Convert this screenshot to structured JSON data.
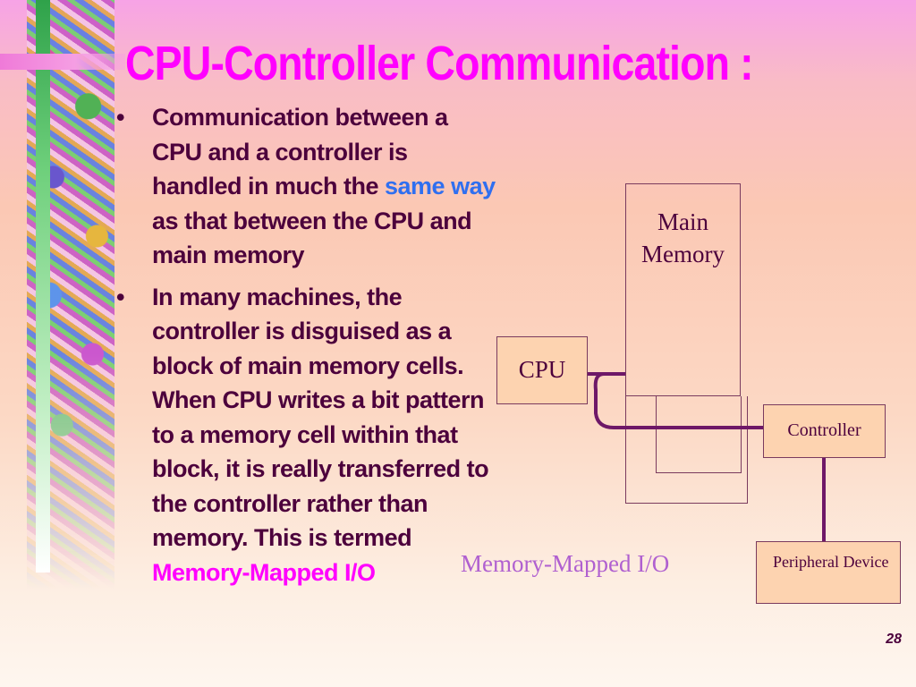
{
  "slide": {
    "title": "CPU-Controller Communication :",
    "page_number": "28"
  },
  "bullets": [
    {
      "text_before": "Communication between a CPU and a controller is handled in much the ",
      "highlight": "same way",
      "text_after": " as that between the CPU and main memory"
    },
    {
      "text_before": "In many machines, the controller is disguised as a block of main memory cells. When CPU writes a bit pattern to a memory cell within that block, it is really transferred to the controller rather than memory. This is termed ",
      "highlight": "Memory-Mapped I/O",
      "text_after": ""
    }
  ],
  "diagram": {
    "main_memory_label": "Main Memory",
    "cpu_label": "CPU",
    "controller_label": "Controller",
    "peripheral_label": "Peripheral Device",
    "caption": "Memory-Mapped I/O"
  },
  "colors": {
    "title": "#ff00ff",
    "body_text": "#4c003c",
    "highlight_blue": "#2f6ff0",
    "highlight_magenta": "#ff00ff",
    "caption": "#b060d0",
    "box_fill": "#fdd3b0",
    "wire": "#6e1868"
  }
}
